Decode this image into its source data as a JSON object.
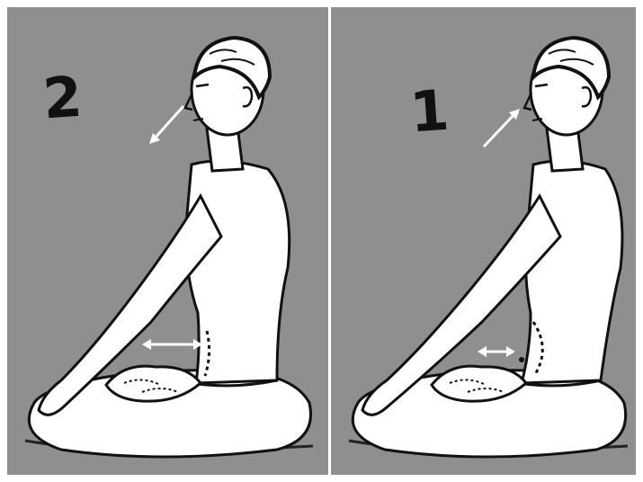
{
  "panels": [
    {
      "id": "left",
      "step_label": "2",
      "breath": "exhale",
      "breath_arrow": "arrow-out-from-nose",
      "belly_arrow": "double-headed-arrow"
    },
    {
      "id": "right",
      "step_label": "1",
      "breath": "inhale",
      "breath_arrow": "arrow-into-nose",
      "belly_arrow": "double-headed-arrow"
    }
  ],
  "colors": {
    "background": "#8f8f8f",
    "figure_fill": "#ffffff",
    "outline": "#111111",
    "arrow": "#ffffff"
  }
}
